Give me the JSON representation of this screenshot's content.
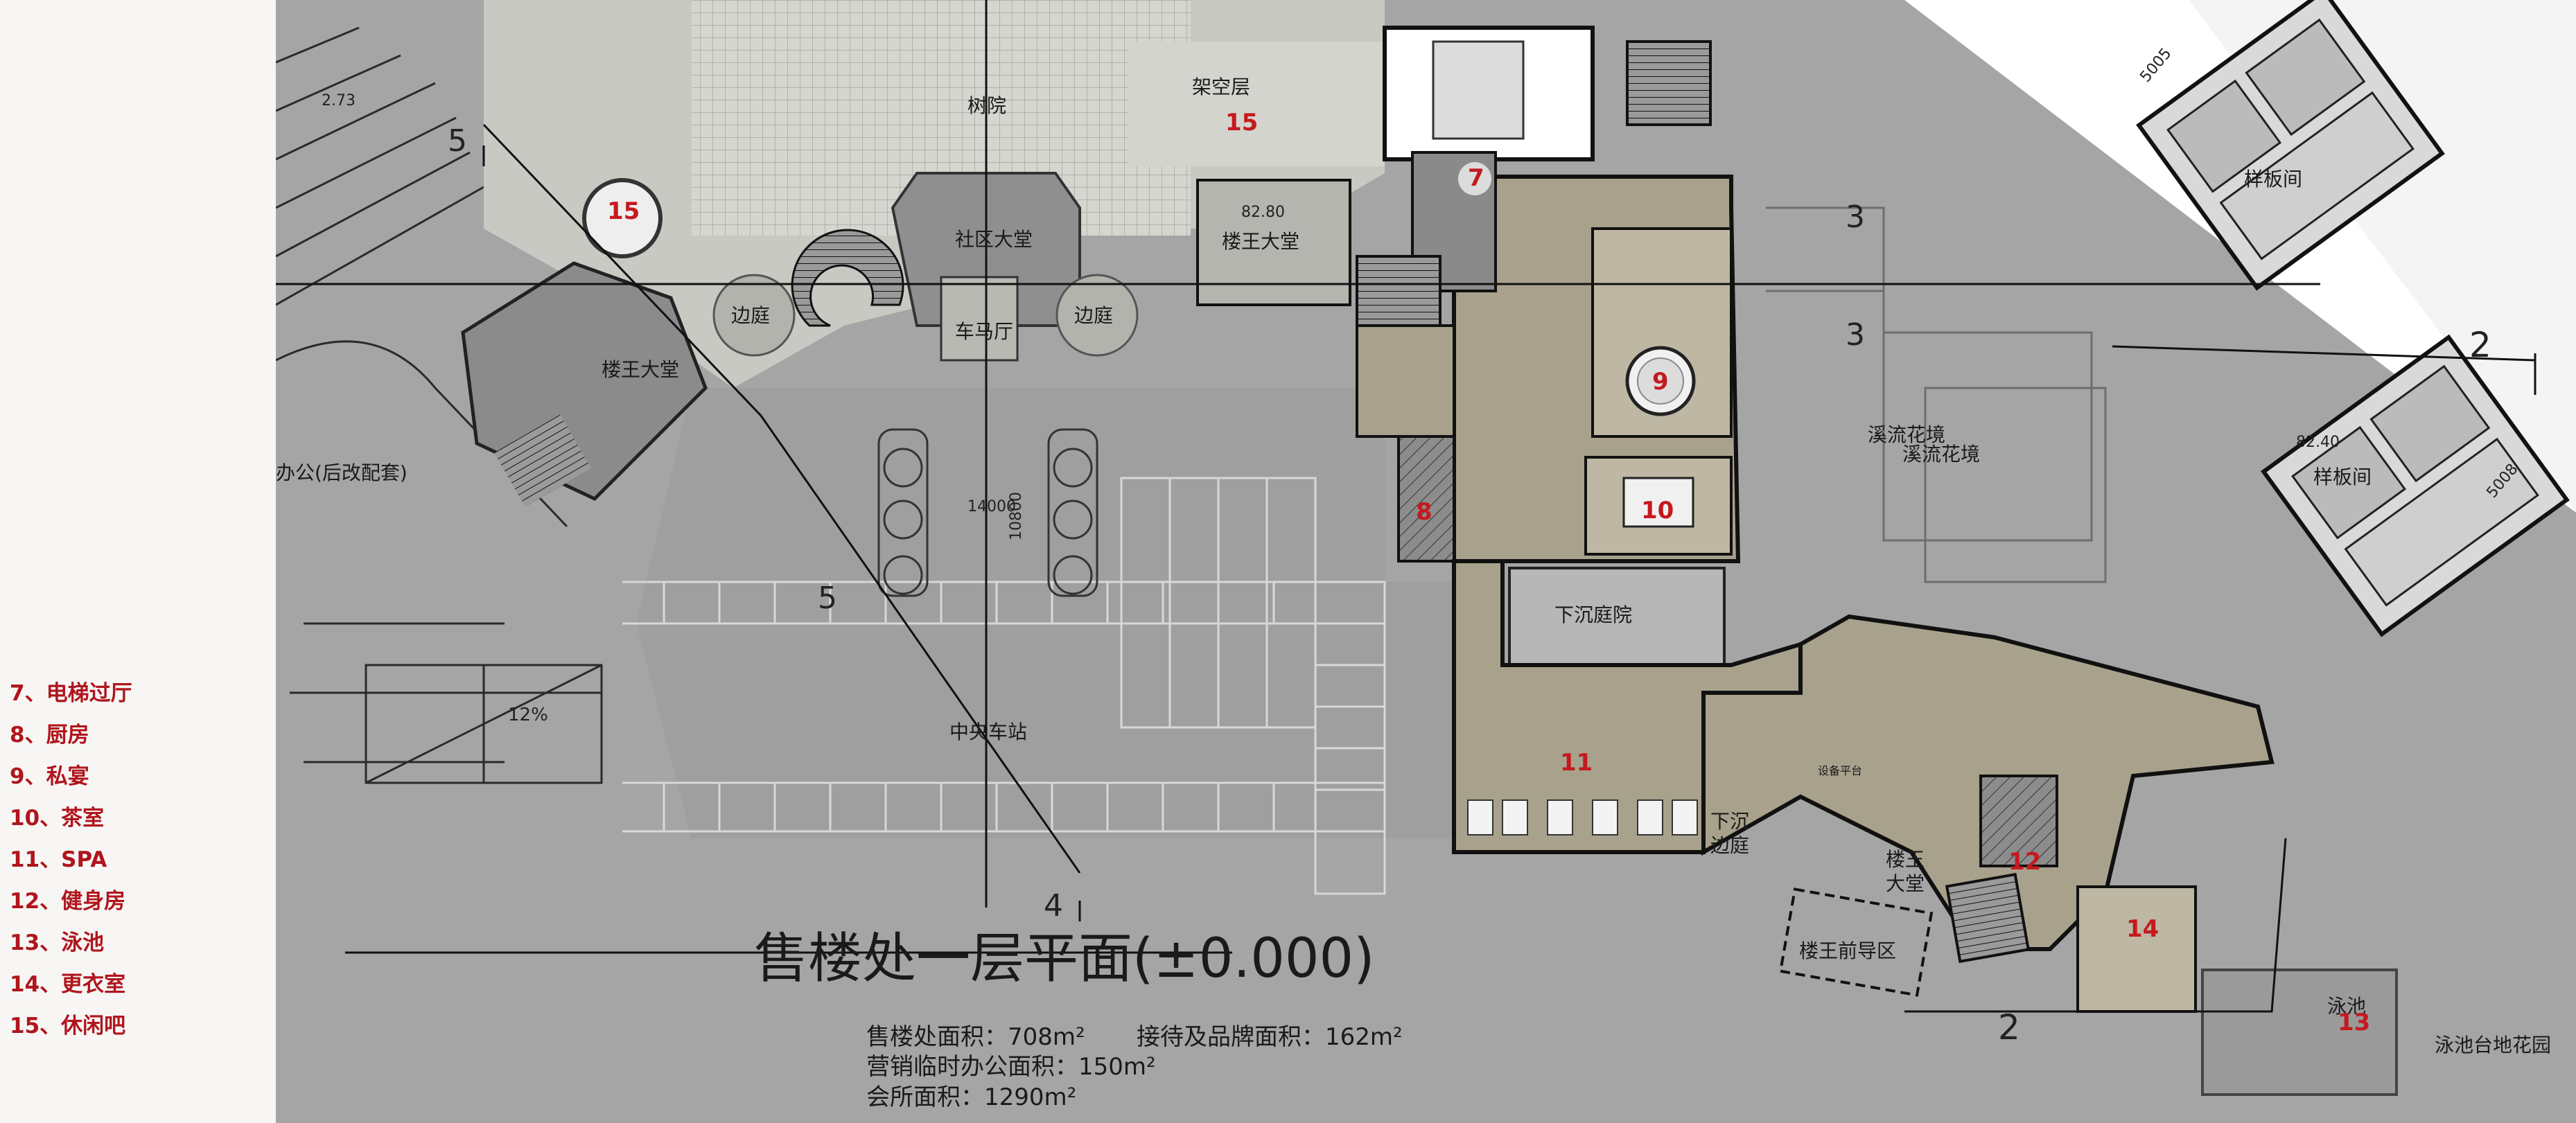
{
  "legend": [
    {
      "num": "7",
      "name": "电梯过厅"
    },
    {
      "num": "8",
      "name": "厨房"
    },
    {
      "num": "9",
      "name": "私宴"
    },
    {
      "num": "10",
      "name": "茶室"
    },
    {
      "num": "11",
      "name": "SPA"
    },
    {
      "num": "12",
      "name": "健身房"
    },
    {
      "num": "13",
      "name": "泳池"
    },
    {
      "num": "14",
      "name": "更衣室"
    },
    {
      "num": "15",
      "name": "休闲吧"
    }
  ],
  "legend_separator": "、",
  "plan_title": "售楼处一层平面(±0.000)",
  "areas": {
    "sales": "售楼处面积：708m²",
    "reception": "接待及品牌面积：162m²",
    "office": "营销临时办公面积：150m²",
    "club": "会所面积：1290m²"
  },
  "labels": {
    "stilt_floor": "架空层",
    "tree_court": "树院",
    "community_hall": "社区大堂",
    "courtyard_a": "边庭",
    "courtyard_b": "边庭",
    "carriage_hall": "车马厅",
    "king_lobby_left": "楼王大堂",
    "king_lobby_mid": "楼王大堂",
    "office_after": "办公(后改配套)",
    "central_station": "中央车站",
    "sunken_court": "下沉庭院",
    "sunken_side_court_1": "下沉",
    "sunken_side_court_2": "边庭",
    "stream_garden_1": "溪流花境",
    "stream_garden_2": "溪流花境",
    "show_flat_1": "样板间",
    "show_flat_2": "样板间",
    "equipment_platform": "设备平台",
    "king_lobby_right_1": "楼王",
    "king_lobby_right_2": "大堂",
    "king_front_area": "楼王前导区",
    "pool": "泳池",
    "pool_garden": "泳池台地花园"
  },
  "numbers": {
    "n7": "7",
    "n8": "8",
    "n9": "9",
    "n10": "10",
    "n11": "11",
    "n12": "12",
    "n13": "13",
    "n14": "14",
    "n15a": "15",
    "n15b": "15"
  },
  "marks": {
    "level_8280": "82.80",
    "level_left": "2.73",
    "level_right": "82.40",
    "dim_14000": "14000",
    "dim_10800": "10800",
    "dim_5005": "5005",
    "dim_5008": "5008",
    "slope": "12%",
    "sec5a": "5",
    "sec5b": "5",
    "sec3a": "3",
    "sec3b": "3",
    "sec2a": "2",
    "sec2b": "2",
    "sec4": "4"
  },
  "colors": {
    "legend_red": "#b0151d",
    "number_red": "#c41a1f",
    "site_grey": "#a3a3a3",
    "plaza_light": "#c9c9c3",
    "club_khaki": "#a8a18c",
    "club_khaki_light": "#bdb7a3"
  }
}
